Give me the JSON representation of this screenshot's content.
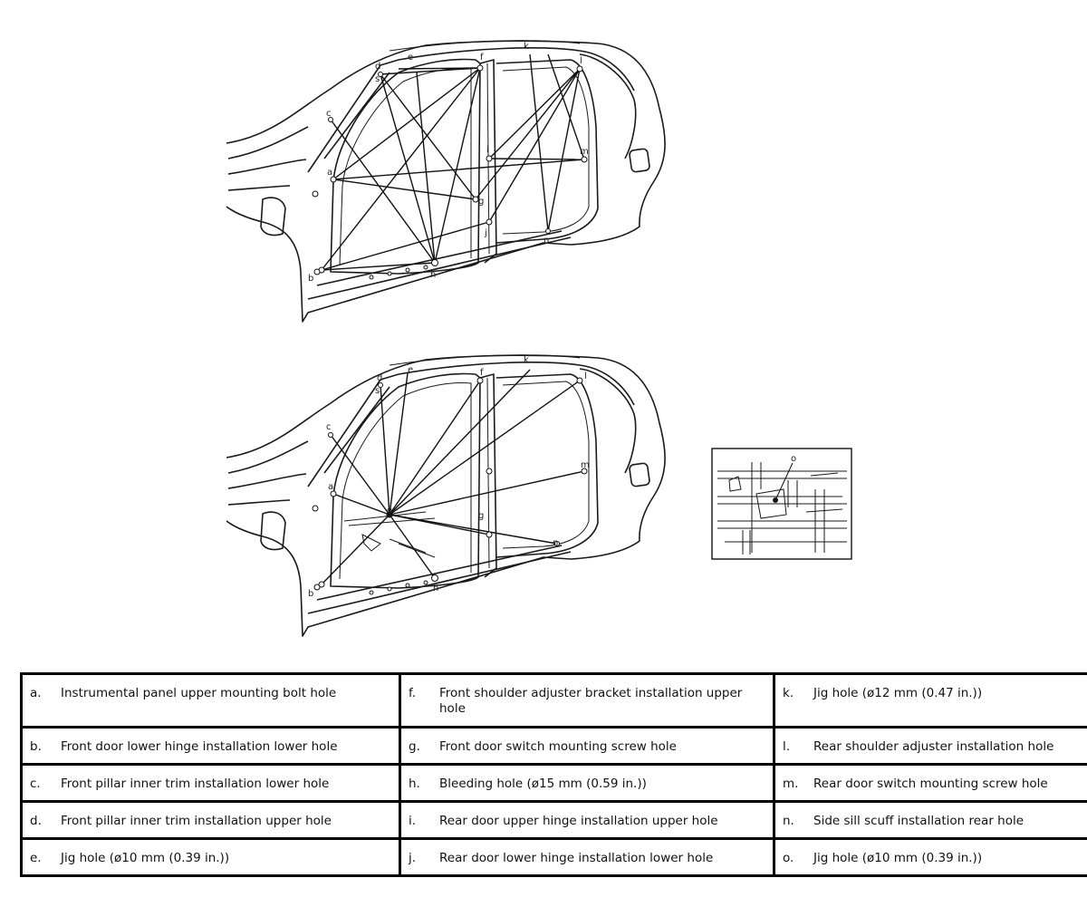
{
  "diagram": {
    "top_view": {
      "callouts": [
        "a",
        "b",
        "c",
        "d",
        "e",
        "f",
        "g",
        "h",
        "i",
        "j",
        "k",
        "l",
        "m",
        "n",
        "s"
      ]
    },
    "bottom_view": {
      "callouts": [
        "a",
        "b",
        "c",
        "d",
        "e",
        "f",
        "g",
        "h",
        "k",
        "l",
        "m",
        "n",
        "o",
        "s"
      ]
    },
    "inset": {
      "callouts": [
        "o"
      ]
    }
  },
  "legend": {
    "rows": [
      [
        {
          "key": "a.",
          "text": "Instrumental panel upper mounting bolt hole"
        },
        {
          "key": "f.",
          "text": "Front shoulder adjuster bracket installation upper hole"
        },
        {
          "key": "k.",
          "text": "Jig hole (ø12 mm (0.47 in.))"
        }
      ],
      [
        {
          "key": "b.",
          "text": "Front door lower hinge installation lower hole"
        },
        {
          "key": "g.",
          "text": "Front door switch mounting screw hole"
        },
        {
          "key": "l.",
          "text": "Rear shoulder adjuster installation hole"
        }
      ],
      [
        {
          "key": "c.",
          "text": "Front pillar inner trim installation lower hole"
        },
        {
          "key": "h.",
          "text": "Bleeding hole (ø15 mm (0.59 in.))"
        },
        {
          "key": "m.",
          "text": "Rear door switch mounting screw hole"
        }
      ],
      [
        {
          "key": "d.",
          "text": "Front pillar inner trim installation upper hole"
        },
        {
          "key": "i.",
          "text": "Rear door upper hinge installation upper hole"
        },
        {
          "key": "n.",
          "text": "Side sill scuff installation rear hole"
        }
      ],
      [
        {
          "key": "e.",
          "text": "Jig hole (ø10 mm (0.39 in.))"
        },
        {
          "key": "j.",
          "text": "Rear door lower hinge installation lower hole"
        },
        {
          "key": "o.",
          "text": "Jig hole (ø10 mm (0.39 in.))"
        }
      ]
    ]
  }
}
